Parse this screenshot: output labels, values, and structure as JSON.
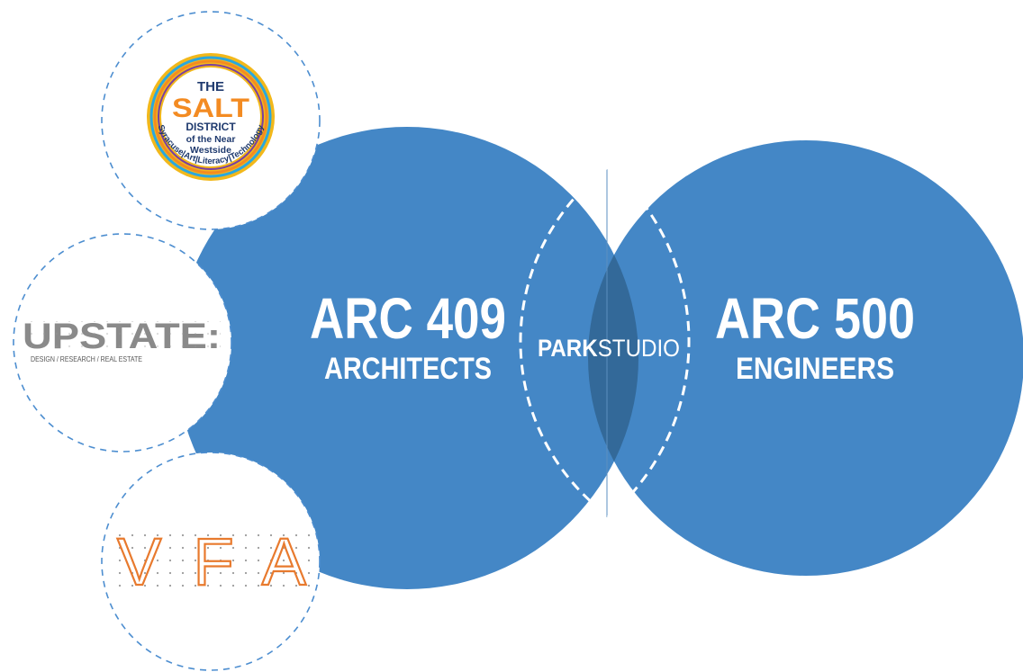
{
  "colors": {
    "circle_fill": "#4487c6",
    "overlap_fill": "#336999",
    "dashed_stroke": "#4d8ed0",
    "white": "#ffffff",
    "upstate_gray": "#7f7f7f",
    "vfa_orange": "#e87a2e",
    "salt_navy": "#1f3a6e",
    "salt_yellow": "#f2b81b",
    "salt_orange": "#f38b22",
    "salt_blue": "#2aa7df"
  },
  "left_circle": {
    "code": "ARC 409",
    "role": "ARCHITECTS"
  },
  "right_circle": {
    "code": "ARC 500",
    "role": "ENGINEERS"
  },
  "overlap": {
    "label_bold": "PARK",
    "label_light": "STUDIO"
  },
  "partners": {
    "salt": {
      "line1": "THE",
      "line2": "SALT",
      "line3": "DISTRICT",
      "line4": "of the Near",
      "line5": "Westside",
      "ring_text": "Syracuse|Art|Literacy|Technology"
    },
    "upstate": {
      "wordmark": "UPSTATE:",
      "tagline": "DESIGN / RESEARCH / REAL ESTATE"
    },
    "vfa": {
      "wordmark": "VFA"
    }
  }
}
